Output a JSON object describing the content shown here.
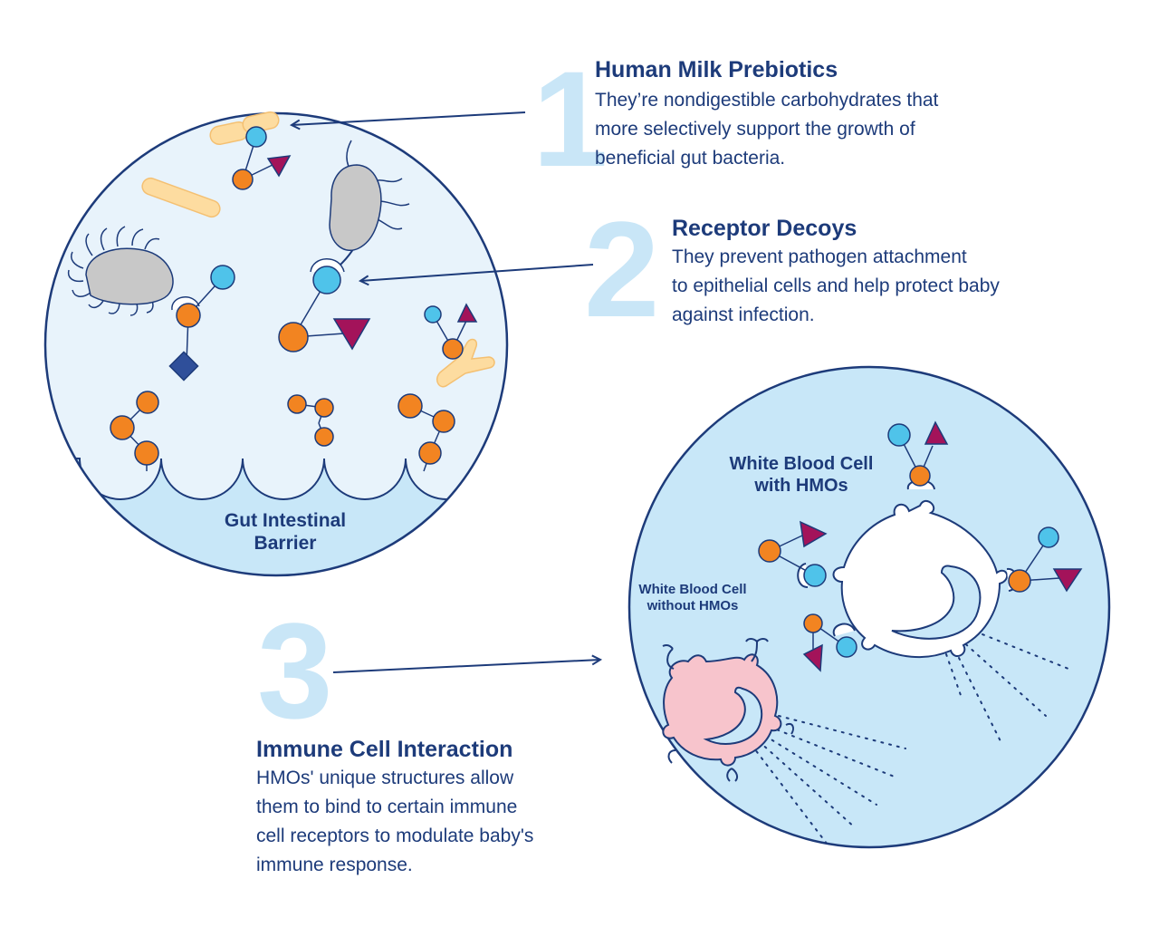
{
  "sections": [
    {
      "number": "1",
      "title": "Human Milk Prebiotics",
      "body_lines": [
        "They’re nondigestible carbohydrates that",
        "more selectively support the growth of",
        "beneficial gut bacteria."
      ]
    },
    {
      "number": "2",
      "title": "Receptor Decoys",
      "body_lines": [
        "They prevent pathogen attachment",
        "to epithelial cells and help protect baby",
        "against infection."
      ]
    },
    {
      "number": "3",
      "title": "Immune Cell Interaction",
      "body_lines": [
        "HMOs' unique structures allow",
        "them to bind to certain immune",
        "cell receptors to modulate baby's",
        "immune response."
      ]
    }
  ],
  "labels": {
    "gut_barrier": [
      "Gut Intestinal",
      "Barrier"
    ],
    "wbc_with": [
      "White Blood Cell",
      "with HMOs"
    ],
    "wbc_without": [
      "White Blood Cell",
      "without HMOs"
    ]
  },
  "colors": {
    "navy": "#1d3b7a",
    "light_blue_number": "#c9e6f7",
    "circle_fill_top": "#e8f3fb",
    "circle_fill_bottom": "#c8e7f8",
    "orange": "#f28421",
    "cyan": "#4fc3ea",
    "magenta": "#a3135a",
    "bacteria_yellow": "#fddca0",
    "pathogen_gray": "#c8c8c8",
    "wbc_pink": "#f7c4cc"
  }
}
